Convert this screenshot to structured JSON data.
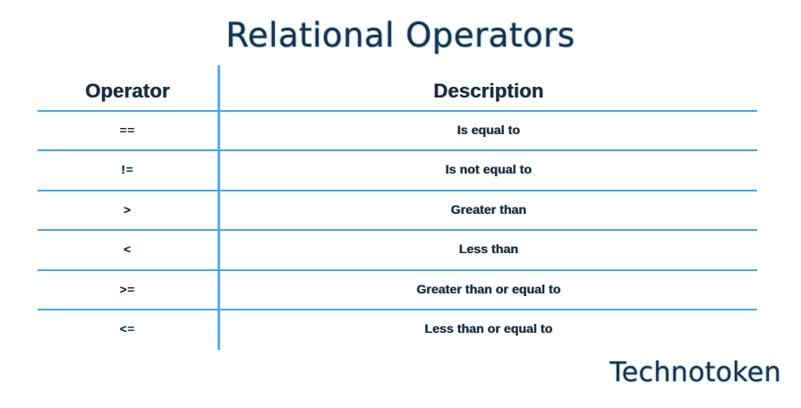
{
  "page": {
    "title": "Relational Operators",
    "watermark": "Technotoken",
    "background_color": "#ffffff",
    "text_color": "#1b2a3d",
    "rule_color": "#49a6e6",
    "title_glow_color": "#9fd4f5"
  },
  "table": {
    "columns": [
      {
        "key": "operator",
        "label": "Operator"
      },
      {
        "key": "description",
        "label": "Description"
      }
    ],
    "rows": [
      {
        "operator": "==",
        "description": "Is equal to"
      },
      {
        "operator": "!=",
        "description": "Is not equal to"
      },
      {
        "operator": ">",
        "description": "Greater than"
      },
      {
        "operator": "<",
        "description": "Less than"
      },
      {
        "operator": ">=",
        "description": "Greater than or equal to"
      },
      {
        "operator": "<=",
        "description": "Less than or equal to"
      }
    ]
  }
}
